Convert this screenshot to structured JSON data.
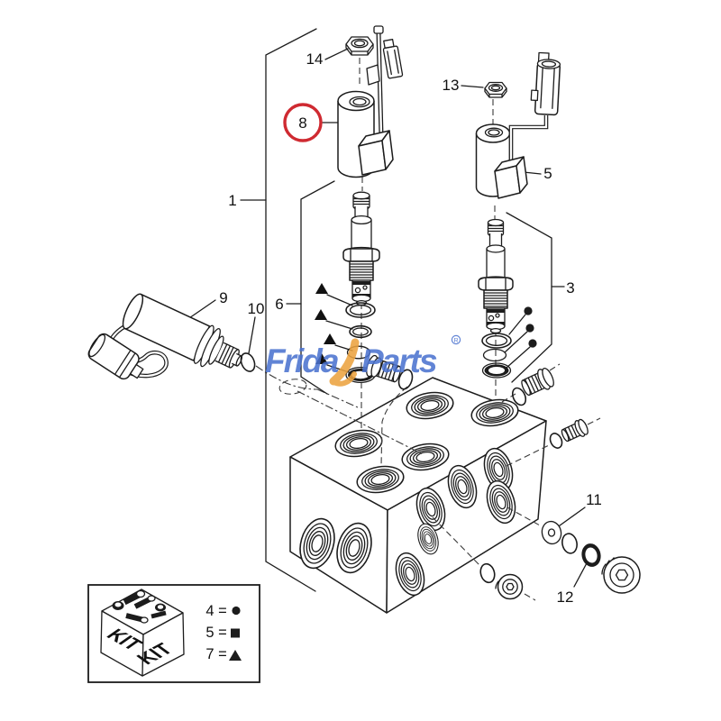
{
  "brand": {
    "prefix": "Frida",
    "suffix": "Parts",
    "registered": "R",
    "blue": "#4a72cf",
    "orange": "#ECA33F"
  },
  "highlight": {
    "label": "8",
    "color": "#cf2a31"
  },
  "callouts": {
    "c1": "1",
    "c3": "3",
    "c5": "5",
    "c6": "6",
    "c8": "8",
    "c9": "9",
    "c10": "10",
    "c11": "11",
    "c12": "12",
    "c13": "13",
    "c14": "14"
  },
  "kit": {
    "label": "KIT",
    "legend": [
      {
        "num": "4",
        "eq": "=",
        "symbol": "circle"
      },
      {
        "num": "5",
        "eq": "=",
        "symbol": "square"
      },
      {
        "num": "7",
        "eq": "=",
        "symbol": "triangle"
      }
    ]
  }
}
